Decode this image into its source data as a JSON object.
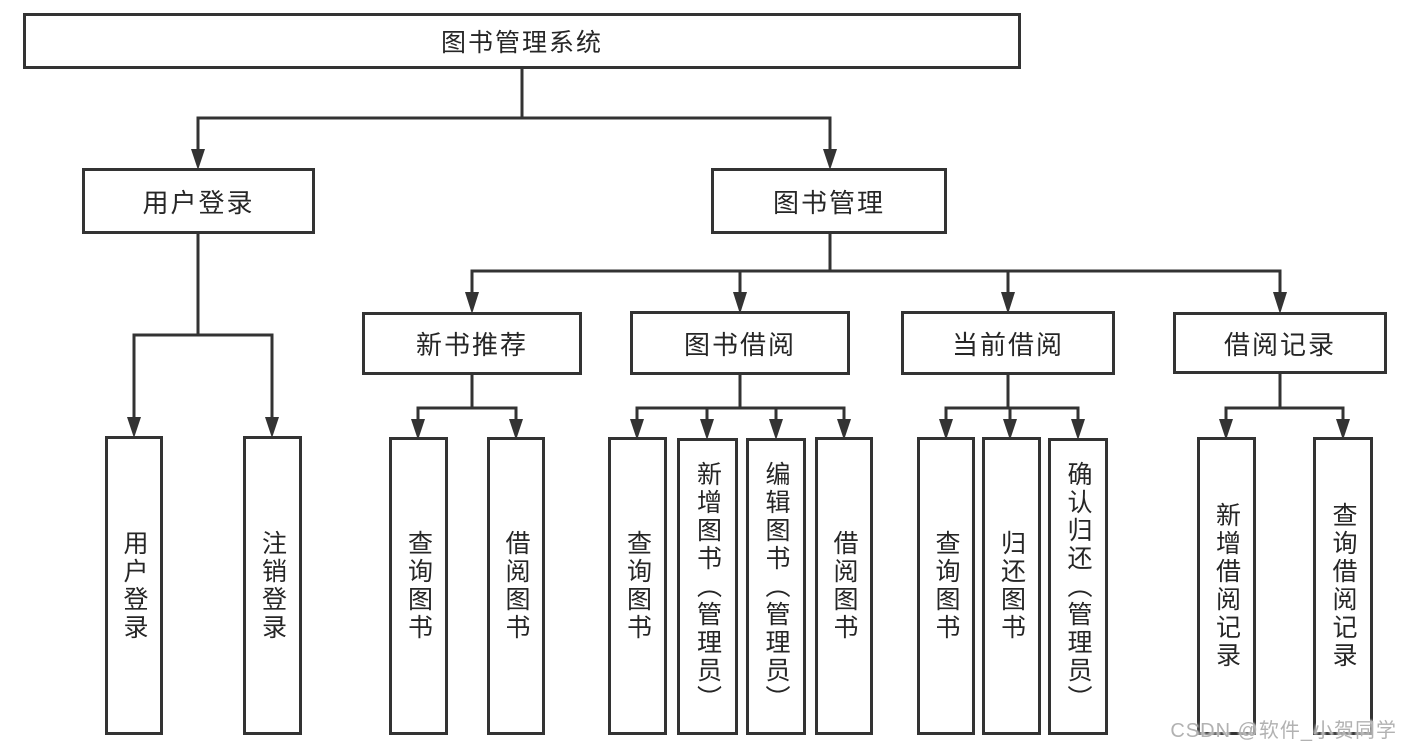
{
  "diagram": {
    "title": "图书管理系统",
    "branches": [
      {
        "label": "用户登录",
        "children": [
          "用户登录",
          "注销登录"
        ]
      },
      {
        "label": "图书管理",
        "children": [
          {
            "label": "新书推荐",
            "children": [
              "查询图书",
              "借阅图书"
            ]
          },
          {
            "label": "图书借阅",
            "children": [
              "查询图书",
              "新增图书（管理员）",
              "编辑图书（管理员）",
              "借阅图书"
            ]
          },
          {
            "label": "当前借阅",
            "children": [
              "查询图书",
              "归还图书",
              "确认归还（管理员）"
            ]
          },
          {
            "label": "借阅记录",
            "children": [
              "新增借阅记录",
              "查询借阅记录"
            ]
          }
        ]
      }
    ]
  },
  "watermark": {
    "text": "CSDN @软件_小贺同学"
  },
  "colors": {
    "line": "#333333",
    "text": "#262626",
    "background": "#ffffff",
    "watermark": "#b2b2b2"
  }
}
